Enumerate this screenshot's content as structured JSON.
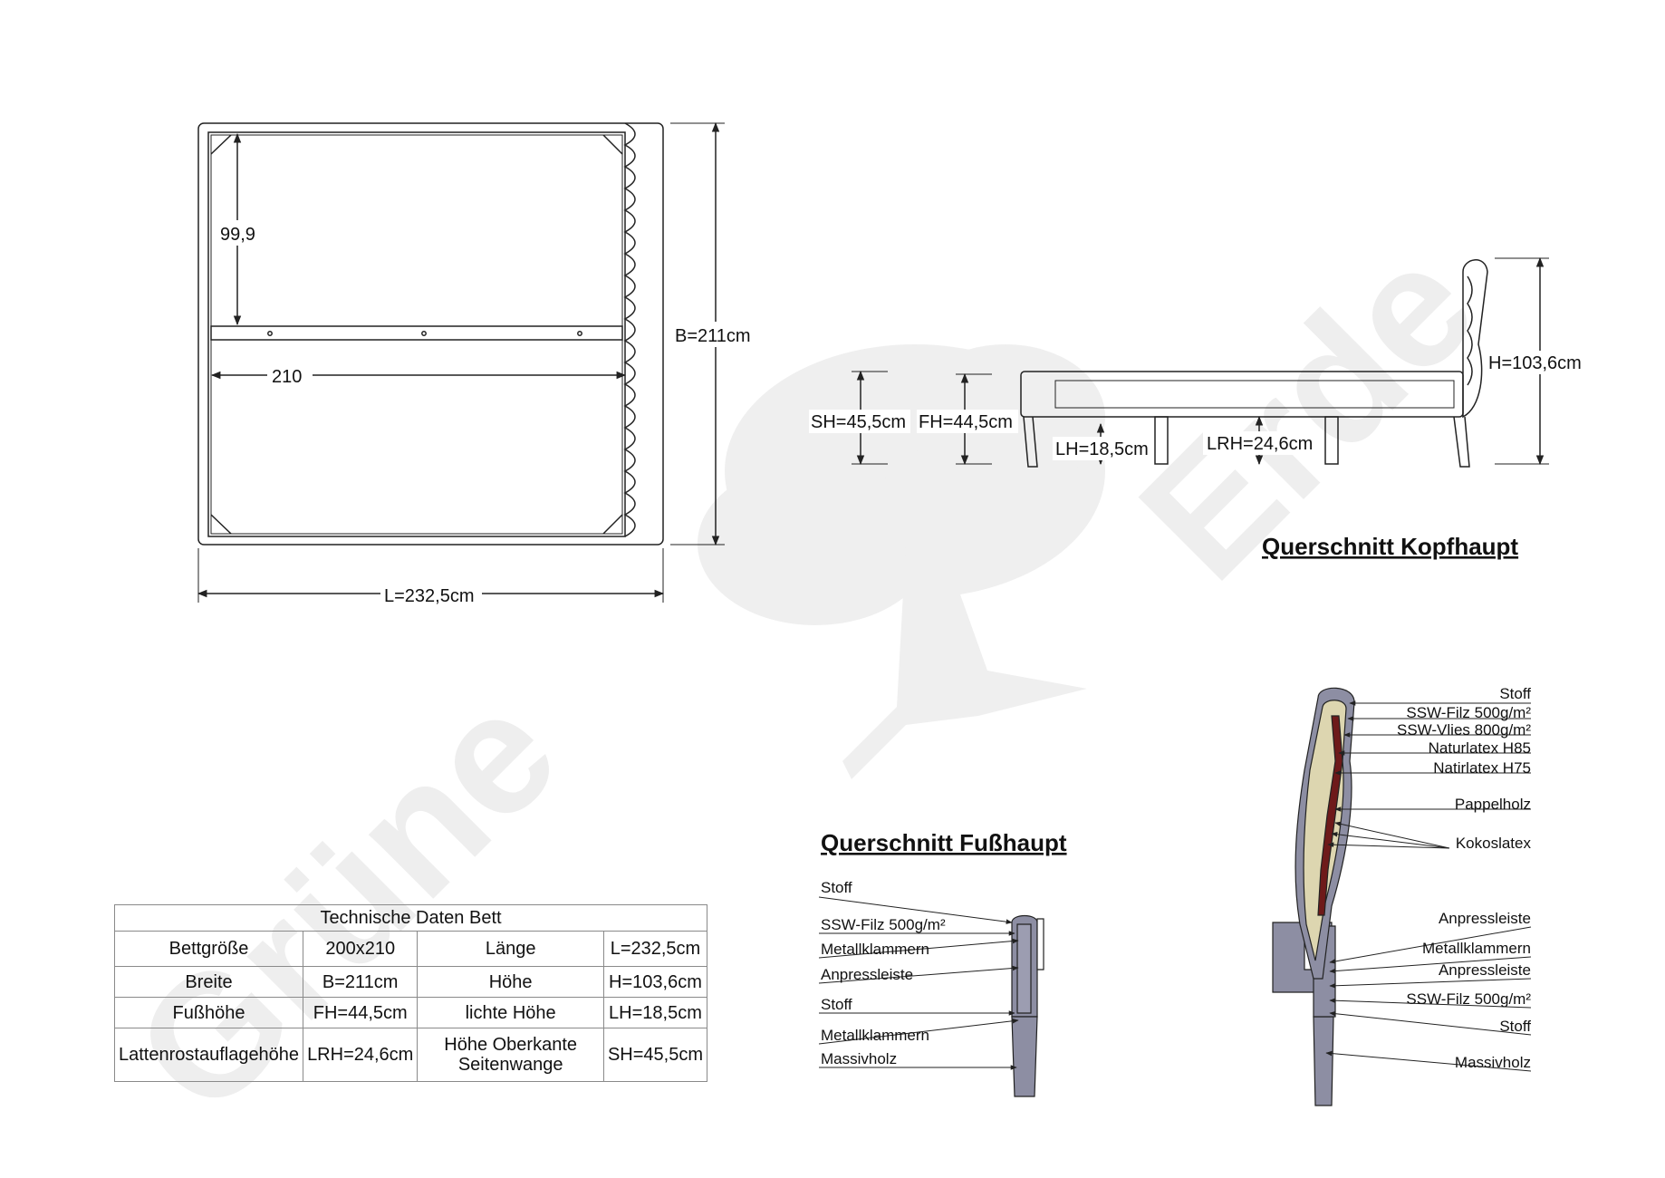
{
  "watermark": {
    "line1": "Grüne",
    "line2": "Erde"
  },
  "top_view": {
    "inner_width_label": "99,9",
    "inner_length_label": "210",
    "width_label": "B=211cm",
    "length_label": "L=232,5cm"
  },
  "side_view": {
    "sh_label": "SH=45,5cm",
    "fh_label": "FH=44,5cm",
    "lh_label": "LH=18,5cm",
    "lrh_label": "LRH=24,6cm",
    "h_label": "H=103,6cm"
  },
  "headboard_section": {
    "title": "Querschnitt Kopfhaupt",
    "labels": [
      "Stoff",
      "SSW-Filz 500g/m²",
      "SSW-Vlies 800g/m²",
      "Naturlatex H85",
      "Natirlatex H75",
      "Pappelholz",
      "Kokoslatex",
      "Anpressleiste",
      "Metallklammern",
      "Anpressleiste",
      "SSW-Filz 500g/m²",
      "Stoff",
      "Massivholz"
    ]
  },
  "footboard_section": {
    "title": "Querschnitt Fußhaupt",
    "labels": [
      "Stoff",
      "SSW-Filz 500g/m²",
      "Metallklammern",
      "Anpressleiste",
      "Stoff",
      "Metallklammern",
      "Massivholz"
    ]
  },
  "spec_table": {
    "title": "Technische Daten Bett",
    "rows": [
      [
        "Bettgröße",
        "200x210",
        "Länge",
        "L=232,5cm"
      ],
      [
        "Breite",
        "B=211cm",
        "Höhe",
        "H=103,6cm"
      ],
      [
        "Fußhöhe",
        "FH=44,5cm",
        "lichte Höhe",
        "LH=18,5cm"
      ],
      [
        "Lattenrostauflagehöhe",
        "LRH=24,6cm",
        "Höhe Oberkante Seitenwange",
        "SH=45,5cm"
      ]
    ]
  },
  "colors": {
    "line": "#222222",
    "section_fill": "#8d8ea3",
    "foam_fill": "#ddd6b0",
    "latex_dark": "#6e1a1a",
    "watermark": "#eeeeee"
  }
}
